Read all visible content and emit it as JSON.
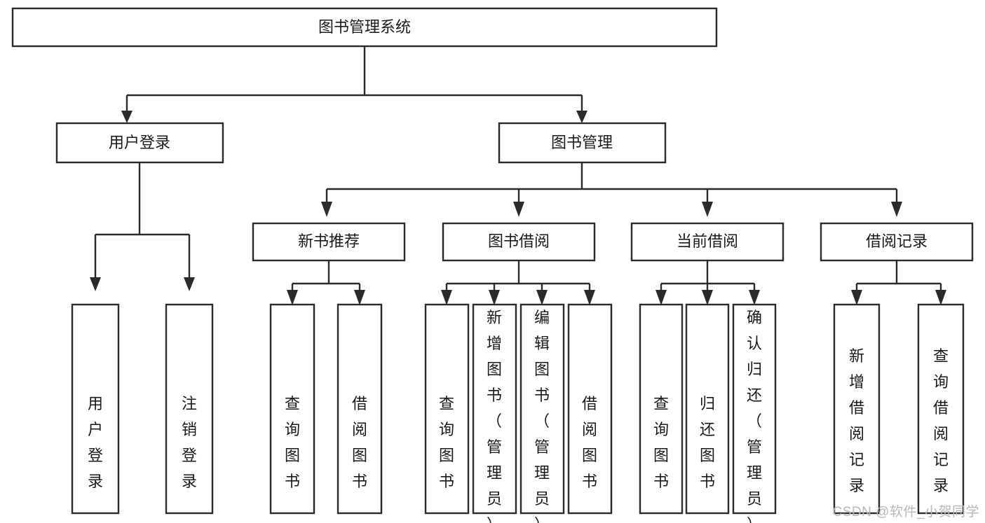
{
  "diagram": {
    "type": "tree",
    "title": "图书管理系统",
    "watermark": "CSDN @软件_小贺同学",
    "colors": {
      "box_stroke": "#2b2b2b",
      "box_fill": "#ffffff",
      "text": "#1a1a1a",
      "background": "#ffffff",
      "watermark": "#b8b8b8"
    },
    "levels": {
      "root": "图书管理系统",
      "level2": [
        "用户登录",
        "图书管理"
      ],
      "level3": [
        "新书推荐",
        "图书借阅",
        "当前借阅",
        "借阅记录"
      ]
    },
    "nodes": {
      "root": {
        "label": "图书管理系统"
      },
      "user_login": {
        "label": "用户登录"
      },
      "book_manage": {
        "label": "图书管理"
      },
      "new_book_rec": {
        "label": "新书推荐"
      },
      "book_borrow": {
        "label": "图书借阅"
      },
      "current_borrow": {
        "label": "当前借阅"
      },
      "borrow_record": {
        "label": "借阅记录"
      },
      "leaf_user_login": {
        "label": "用户登录"
      },
      "leaf_logout": {
        "label": "注销登录"
      },
      "leaf_query_book_1": {
        "label": "查询图书"
      },
      "leaf_borrow_book_1": {
        "label": "借阅图书"
      },
      "leaf_query_book_2": {
        "label": "查询图书"
      },
      "leaf_add_book": {
        "label": "新增图书（管理员）"
      },
      "leaf_edit_book": {
        "label": "编辑图书（管理员）"
      },
      "leaf_borrow_book_2": {
        "label": "借阅图书"
      },
      "leaf_query_book_3": {
        "label": "查询图书"
      },
      "leaf_return_book": {
        "label": "归还图书"
      },
      "leaf_confirm_return": {
        "label": "确认归还（管理员）"
      },
      "leaf_add_record": {
        "label": "新增借阅记录"
      },
      "leaf_query_record": {
        "label": "查询借阅记录"
      }
    },
    "edges": [
      {
        "from": "图书管理系统",
        "to": "用户登录"
      },
      {
        "from": "图书管理系统",
        "to": "图书管理"
      },
      {
        "from": "用户登录",
        "to": "用户登录"
      },
      {
        "from": "用户登录",
        "to": "注销登录"
      },
      {
        "from": "图书管理",
        "to": "新书推荐"
      },
      {
        "from": "图书管理",
        "to": "图书借阅"
      },
      {
        "from": "图书管理",
        "to": "当前借阅"
      },
      {
        "from": "图书管理",
        "to": "借阅记录"
      },
      {
        "from": "新书推荐",
        "to": "查询图书"
      },
      {
        "from": "新书推荐",
        "to": "借阅图书"
      },
      {
        "from": "图书借阅",
        "to": "查询图书"
      },
      {
        "from": "图书借阅",
        "to": "新增图书（管理员）"
      },
      {
        "from": "图书借阅",
        "to": "编辑图书（管理员）"
      },
      {
        "from": "图书借阅",
        "to": "借阅图书"
      },
      {
        "from": "当前借阅",
        "to": "查询图书"
      },
      {
        "from": "当前借阅",
        "to": "归还图书"
      },
      {
        "from": "当前借阅",
        "to": "确认归还（管理员）"
      },
      {
        "from": "借阅记录",
        "to": "新增借阅记录"
      },
      {
        "from": "借阅记录",
        "to": "查询借阅记录"
      }
    ]
  }
}
